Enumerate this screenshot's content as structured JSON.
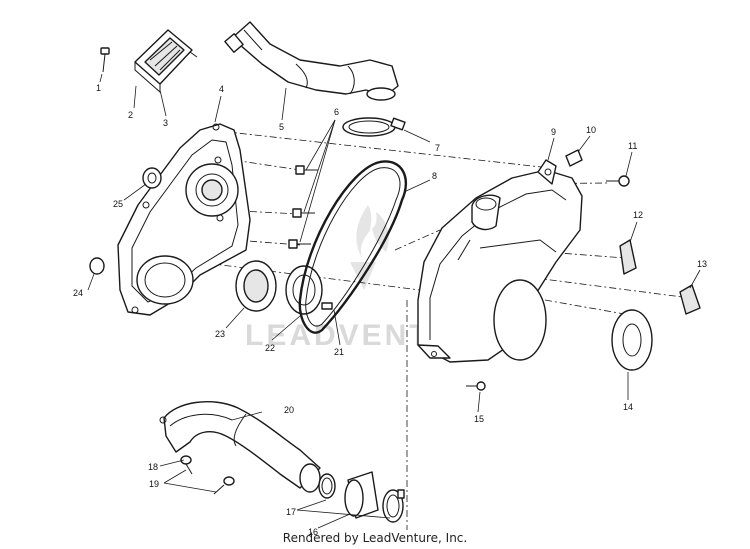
{
  "callouts": {
    "n1": "1",
    "n2": "2",
    "n3": "3",
    "n4": "4",
    "n5": "5",
    "n6": "6",
    "n7": "7",
    "n8": "8",
    "n9": "9",
    "n10": "10",
    "n11": "11",
    "n12": "12",
    "n13": "13",
    "n14": "14",
    "n15": "15",
    "n16": "16",
    "n17": "17",
    "n18": "18",
    "n19": "19",
    "n20": "20",
    "n21": "21",
    "n22": "22",
    "n23": "23",
    "n24": "24",
    "n25": "25"
  },
  "watermark": {
    "text": "LEADVENTURE",
    "color": "#d9d9d9"
  },
  "footer": {
    "credit": "Rendered by LeadVenture, Inc."
  }
}
